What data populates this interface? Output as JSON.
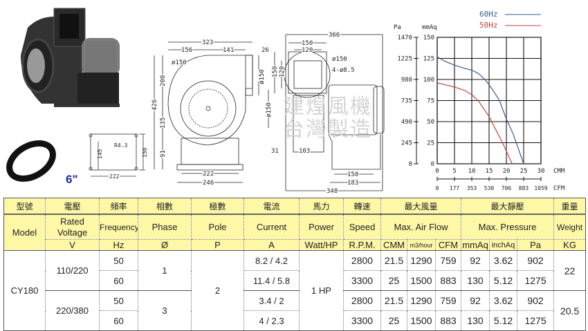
{
  "watermark": "建煌風機 台灣製造",
  "size_label": "6\"",
  "mount_plate": {
    "r": "R4.3",
    "h": "145",
    "v": "150",
    "w": "222"
  },
  "front_view": {
    "w_total": "323",
    "w_left": "156",
    "w_right": "141",
    "flange": "26",
    "inlet_dia": "ø150",
    "h_upper": "200",
    "h_total": "426",
    "h_mid": "135",
    "h_base": "91",
    "outlet_dia": "ø150",
    "base_inner": "222",
    "base_outer": "246"
  },
  "side_view": {
    "w_total": "366",
    "flange_w": "150",
    "flange_inner": "120",
    "flange_dia": "ø150",
    "holes": "4-ø8.5",
    "flange_h": "150",
    "flange_h_inner": "120",
    "outlet_dia": "ø150",
    "offset": "31",
    "housing_w": "103",
    "base_inner": "150",
    "base_outer": "183",
    "length": "348"
  },
  "chart_data": {
    "type": "line",
    "title": "",
    "y_label_left": "Pa",
    "y_label": "mmAq",
    "x_label": "CMM",
    "x2_label": "CFM",
    "xlim": [
      0,
      30
    ],
    "ylim": [
      0,
      150
    ],
    "x_ticks": [
      "0",
      "5",
      "10",
      "15",
      "20",
      "25",
      "30"
    ],
    "x2_ticks": [
      "0",
      "177",
      "353",
      "530",
      "706",
      "883",
      "1059"
    ],
    "y_ticks": [
      "0",
      "25",
      "50",
      "75",
      "100",
      "125",
      "150"
    ],
    "y2_ticks": [
      "0",
      "245",
      "490",
      "735",
      "980",
      "1225",
      "1470"
    ],
    "grid": true,
    "legend": "top-right",
    "series": [
      {
        "name": "60Hz",
        "color": "#3a5a8c",
        "x": [
          0,
          2,
          5,
          8,
          10,
          12,
          14,
          16,
          18,
          20,
          22,
          25
        ],
        "y": [
          127,
          122,
          117,
          113,
          111,
          107,
          99,
          88,
          75,
          53,
          35,
          0
        ]
      },
      {
        "name": "50Hz",
        "color": "#c0453f",
        "x": [
          0,
          2,
          5,
          8,
          10,
          12,
          15,
          17,
          19,
          20,
          21,
          21.7
        ],
        "y": [
          96,
          94,
          91,
          87,
          82,
          74,
          56,
          40,
          24,
          15,
          6,
          0
        ]
      }
    ]
  },
  "table": {
    "zh": [
      "型號",
      "電壓",
      "頻率",
      "相數",
      "極數",
      "電流",
      "馬力",
      "轉速",
      "最大風量",
      "最大靜壓",
      "重量"
    ],
    "en": [
      "Model",
      "Rated Voltage",
      "Frequency",
      "Phase",
      "Pole",
      "Current",
      "Power",
      "Speed",
      "Max. Air Flow",
      "Max. Pressure",
      "Weight"
    ],
    "units": [
      "V",
      "Hz",
      "Ø",
      "P",
      "A",
      "Watt/HP",
      "R.P.M.",
      "CMM",
      "m3/hour",
      "CFM",
      "mmAq",
      "inchAq",
      "Pa",
      "KG"
    ],
    "model": "CY180",
    "pole": "2",
    "power": "1 HP",
    "groups": [
      {
        "voltage": "110/220",
        "phase": "1",
        "weight": "22",
        "rows": [
          {
            "hz": "50",
            "current": "8.2 / 4.2",
            "rpm": "2800",
            "cmm": "21.5",
            "m3h": "1290",
            "cfm": "759",
            "mmaq": "92",
            "inchaq": "3.62",
            "pa": "902"
          },
          {
            "hz": "60",
            "current": "11.4 / 5.8",
            "rpm": "3300",
            "cmm": "25",
            "m3h": "1500",
            "cfm": "883",
            "mmaq": "130",
            "inchaq": "5.12",
            "pa": "1275"
          }
        ]
      },
      {
        "voltage": "220/380",
        "phase": "3",
        "weight": "20.5",
        "rows": [
          {
            "hz": "50",
            "current": "3.4 / 2",
            "rpm": "2800",
            "cmm": "21.5",
            "m3h": "1290",
            "cfm": "759",
            "mmaq": "92",
            "inchaq": "3.62",
            "pa": "902"
          },
          {
            "hz": "60",
            "current": "4 / 2.3",
            "rpm": "3300",
            "cmm": "25",
            "m3h": "1500",
            "cfm": "883",
            "mmaq": "130",
            "inchaq": "5.12",
            "pa": "1275"
          }
        ]
      }
    ]
  }
}
